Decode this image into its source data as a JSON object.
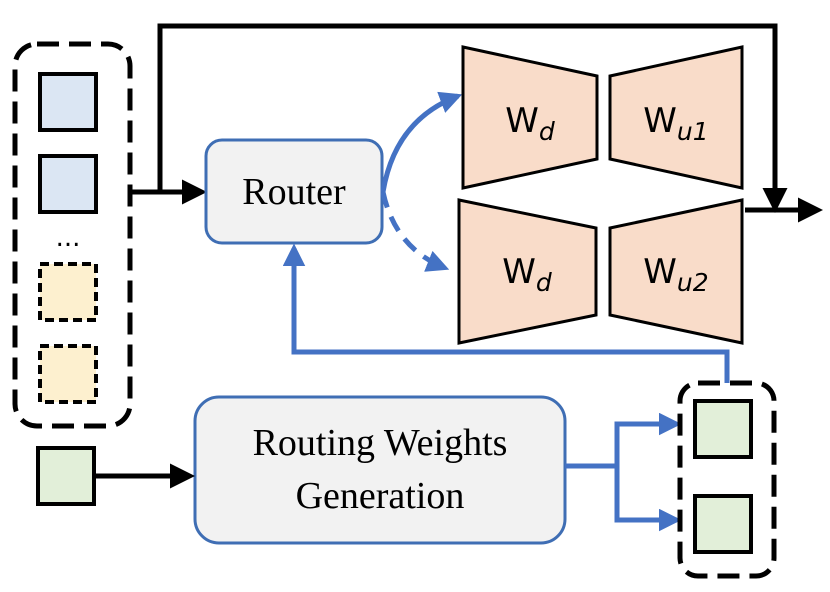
{
  "router": {
    "label": "Router"
  },
  "routing_weights": {
    "line1": "Routing Weights",
    "line2": "Generation"
  },
  "tokens": {
    "ellipsis": "..."
  },
  "experts": {
    "upper": {
      "down": "W",
      "down_sub": "d",
      "up": "W",
      "up_sub": "u1"
    },
    "lower": {
      "down": "W",
      "down_sub": "d",
      "up": "W",
      "up_sub": "u2"
    }
  },
  "colors": {
    "token_blue": "#dbe6f3",
    "token_yellow": "#fdf0cf",
    "token_green": "#e2efd9",
    "expert_fill": "#f9dcc9",
    "box_fill": "#f2f2f2",
    "box_stroke": "#3f6eb4",
    "accent_blue": "#4472c4",
    "line": "#000000"
  }
}
